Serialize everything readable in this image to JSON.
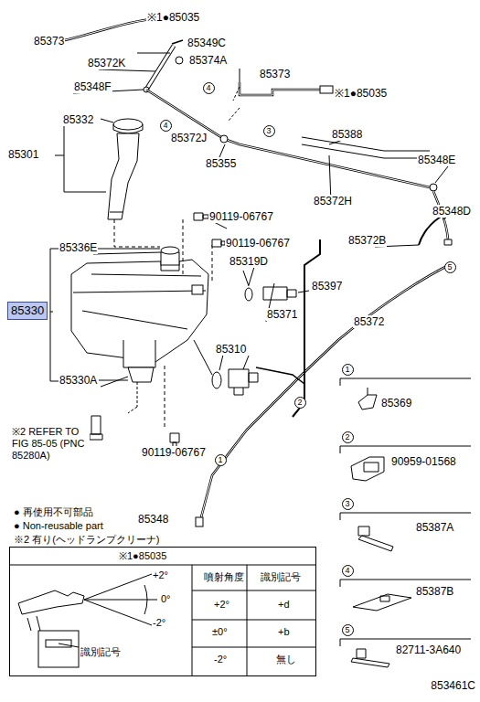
{
  "diagram": {
    "nodes": [
      {
        "text": [
          "85330"
        ]
      },
      {
        "text": [
          "4"
        ]
      },
      {
        "text": [
          "4"
        ]
      },
      {
        "text": [
          "3"
        ]
      },
      {
        "text": [
          "5"
        ]
      },
      {
        "text": [
          "2"
        ]
      },
      {
        "text": [
          "1"
        ]
      },
      {
        "text": [
          "1"
        ]
      },
      {
        "text": [
          "2"
        ]
      },
      {
        "text": [
          "3"
        ]
      },
      {
        "text": [
          "4"
        ]
      },
      {
        "text": [
          "5"
        ]
      },
      {
        "text": [
          "※1●85035",
          "+2°",
          "0°",
          "-2°",
          "噴射角度",
          "識別記号",
          "+2°",
          "+d",
          "±0°",
          "+b",
          "-2°",
          "無し",
          "識別記号"
        ]
      }
    ],
    "labels": [
      "※1●85035",
      "85373",
      "85349C",
      "85372K",
      "85374A",
      "85373",
      "※1●85035",
      "85348F",
      "85332",
      "85372J",
      "85301",
      "85355",
      "85388",
      "85348E",
      "85372H",
      "90119-06767",
      "85336E",
      "90119-06767",
      "85348D",
      "85372B",
      "85319D",
      "85397",
      "85371",
      "85372",
      "85310",
      "85330A",
      "85369",
      "※2 REFER TO FIG 85-05 (PNC 85280A)",
      "90119-06767",
      "90959-01568",
      "● 再使用不可部品",
      "● Non-reusable part",
      "※2 有り(ヘッドランプクリーナ)",
      "85348",
      "85387A",
      "85387B",
      "82711-3A640",
      "853461C"
    ]
  }
}
